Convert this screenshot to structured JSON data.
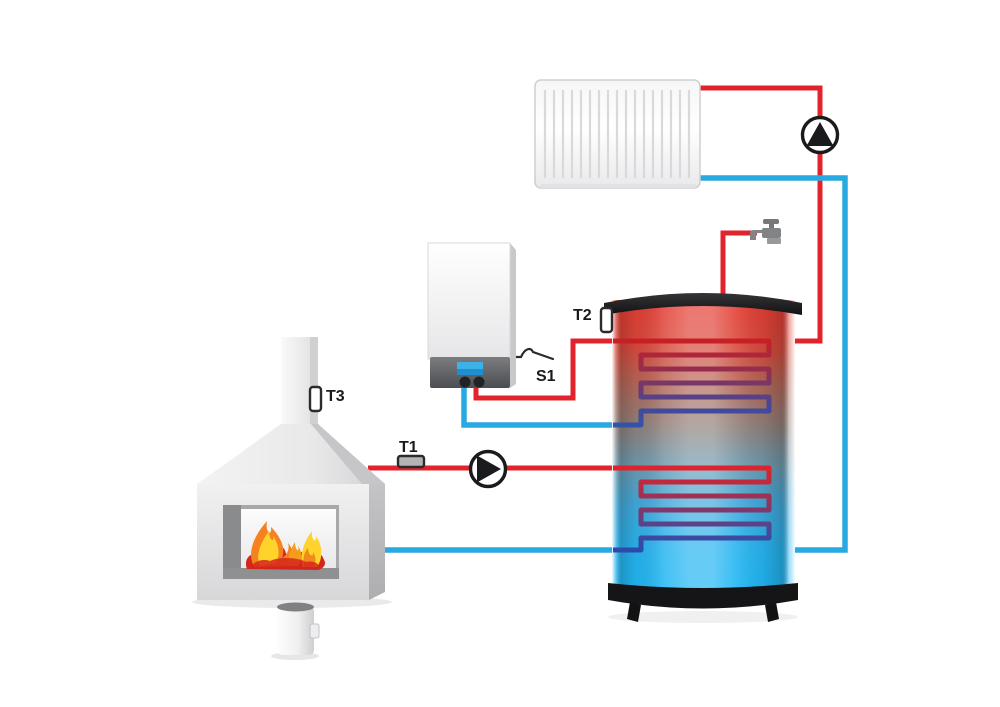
{
  "diagram": {
    "type": "hydronic-heating-schematic",
    "labels": {
      "t1": "T1",
      "t2": "T2",
      "t3": "T3",
      "s1": "S1"
    },
    "colors": {
      "hot_pipe": "#e3232b",
      "cold_pipe": "#29a9e1",
      "tank_hot": "#e63c33",
      "tank_cold": "#1fb7f5",
      "cap_black": "#151517",
      "label_text": "#1a1a1a",
      "flame_yellow": "#ffd32b",
      "flame_orange": "#f5821e",
      "flame_red": "#d3261c",
      "screen_blue": "#3db1e8"
    },
    "icons": {
      "pump": "circle-with-black-triangle",
      "tap": "faucet-glyph",
      "sensor_vertical": "small-white-pill",
      "sensor_inline": "small-gray-pill",
      "switch": "open-contact-symbol"
    },
    "components": {
      "fireplace": "wood fireplace with flame and ash bin",
      "boiler": "wall-mounted boiler with display and knobs",
      "radiator": "panel radiator",
      "tank": "stratified buffer tank with two internal coils",
      "pumps": 2,
      "tap": "hot water tap outlet"
    }
  }
}
